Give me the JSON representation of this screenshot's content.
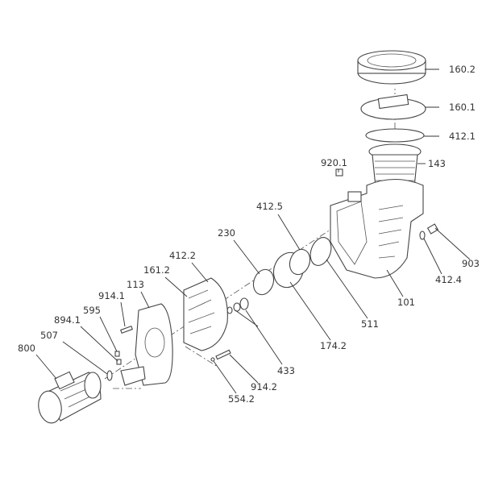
{
  "labels": {
    "l160_2": "160.2",
    "l160_1": "160.1",
    "l412_1": "412.1",
    "l143": "143",
    "l920_1": "920.1",
    "l412_5": "412.5",
    "l230": "230",
    "l412_2": "412.2",
    "l161_2": "161.2",
    "l113": "113",
    "l914_1": "914.1",
    "l595": "595",
    "l894_1": "894.1",
    "l507": "507",
    "l800": "800",
    "l903": "903",
    "l412_4": "412.4",
    "l101": "101",
    "l511": "511",
    "l174_2": "174.2",
    "l433": "433",
    "l914_2": "914.2",
    "l554_2": "554.2"
  }
}
